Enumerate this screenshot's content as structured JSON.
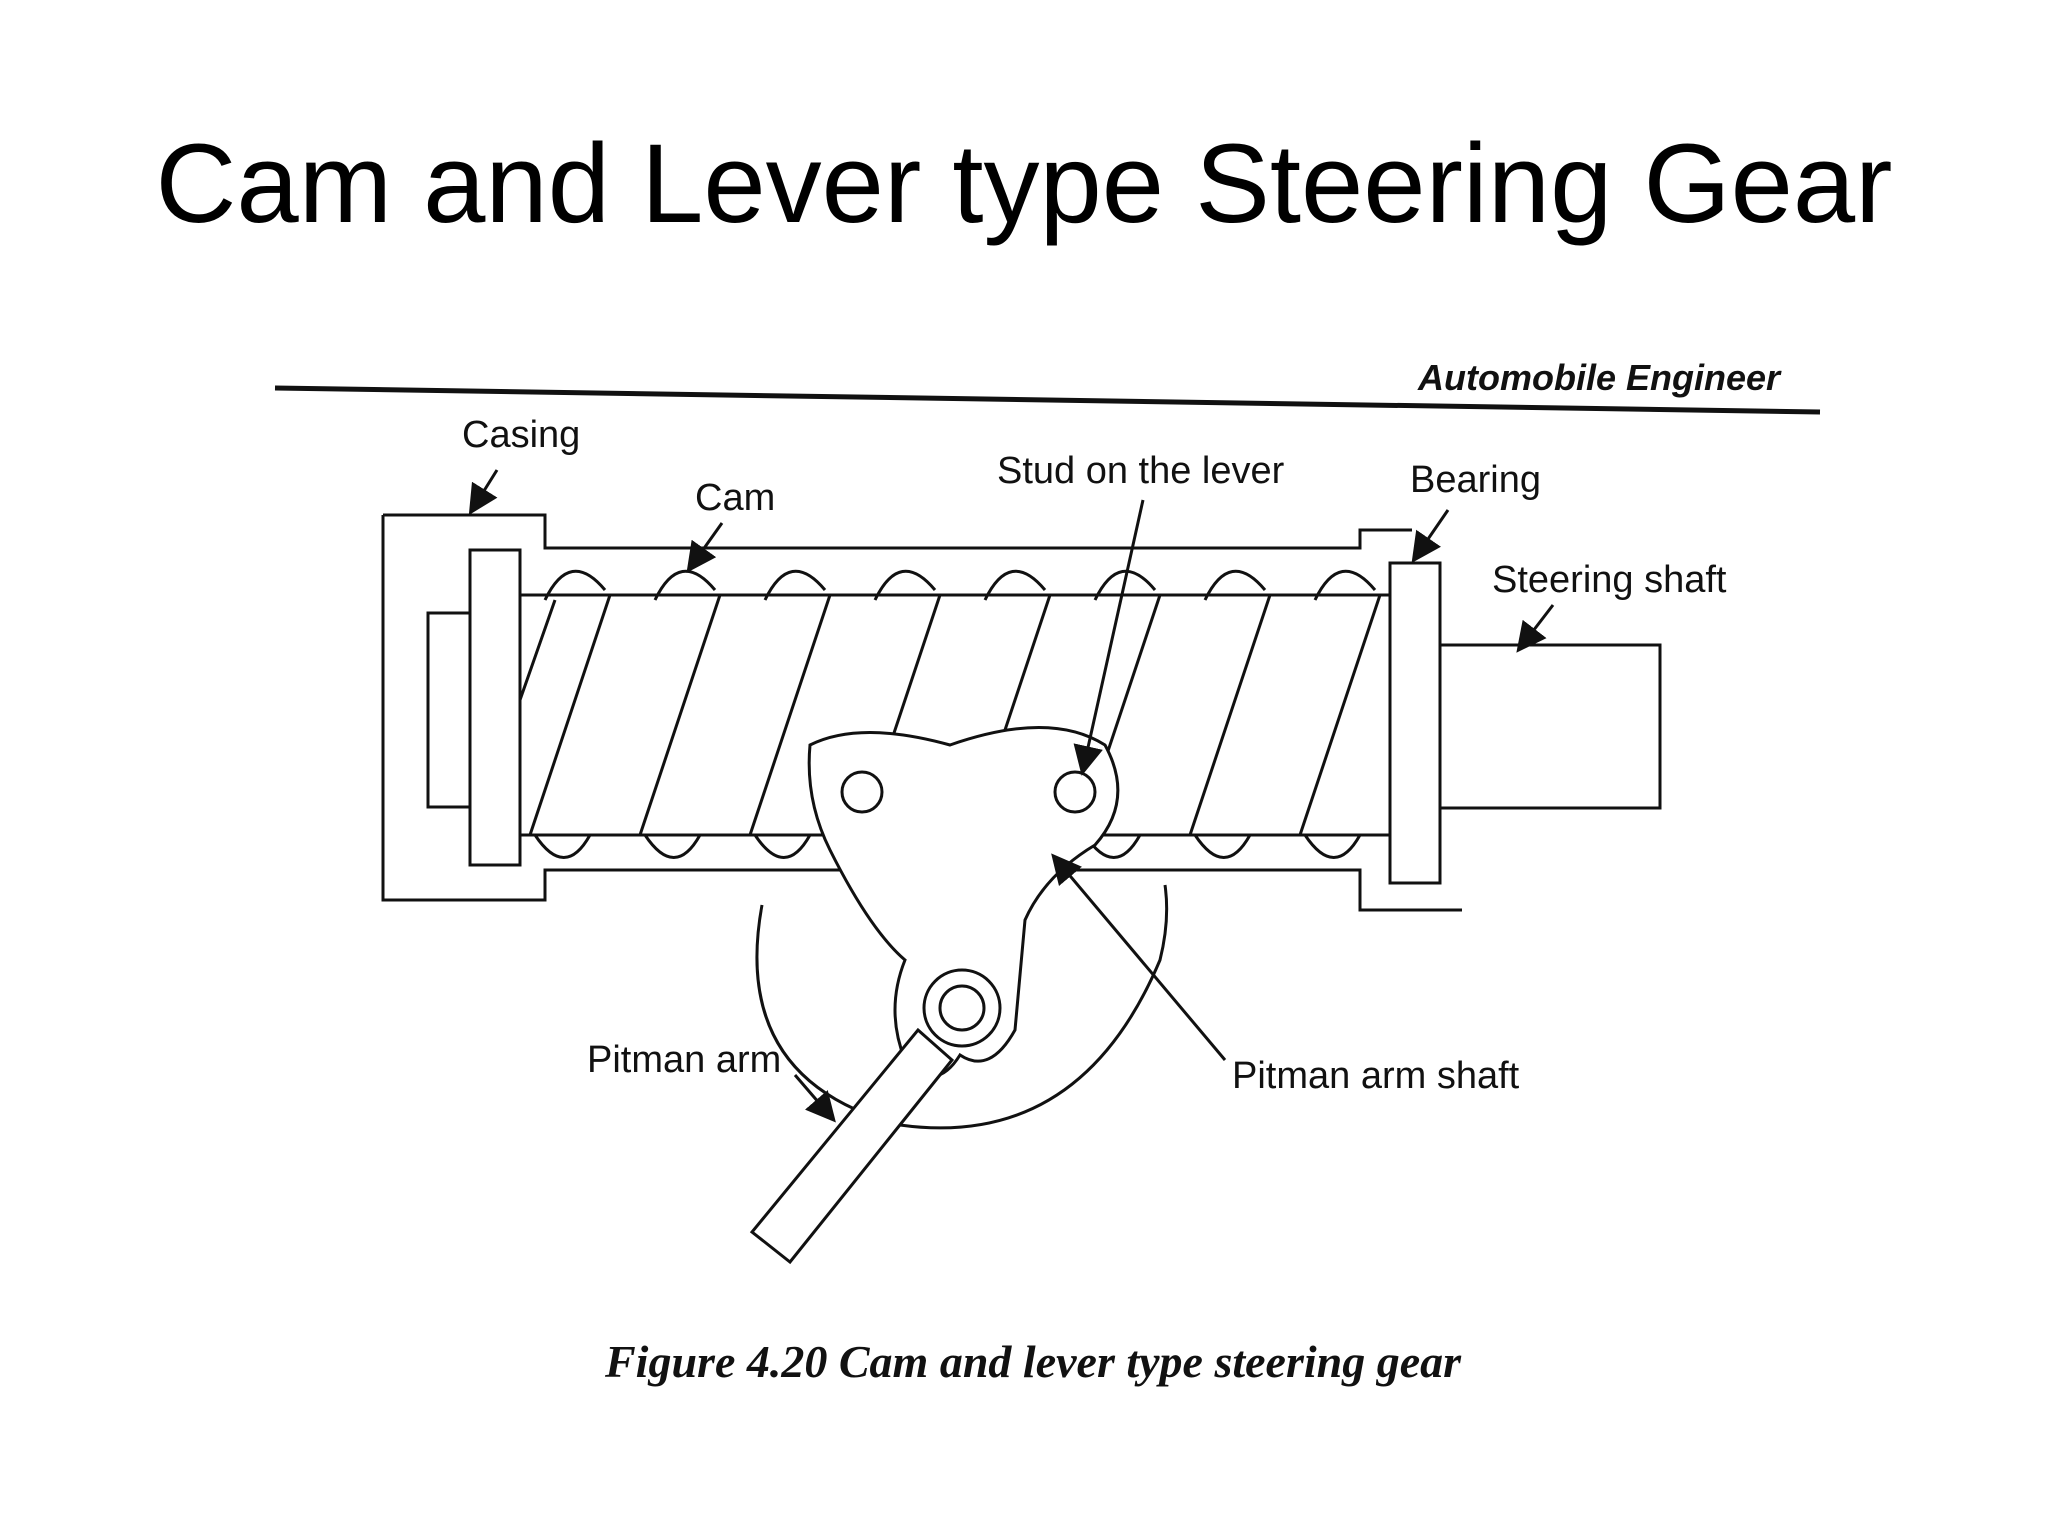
{
  "slide": {
    "title": "Cam and Lever type Steering Gear"
  },
  "figure": {
    "header_text": "Automobile Engineer",
    "labels": {
      "casing": "Casing",
      "cam": "Cam",
      "stud": "Stud on the lever",
      "bearing": "Bearing",
      "steering_shaft": "Steering shaft",
      "pitman_arm": "Pitman arm",
      "pitman_arm_shaft": "Pitman arm shaft"
    },
    "caption": "Figure 4.20 Cam and lever type steering gear"
  }
}
